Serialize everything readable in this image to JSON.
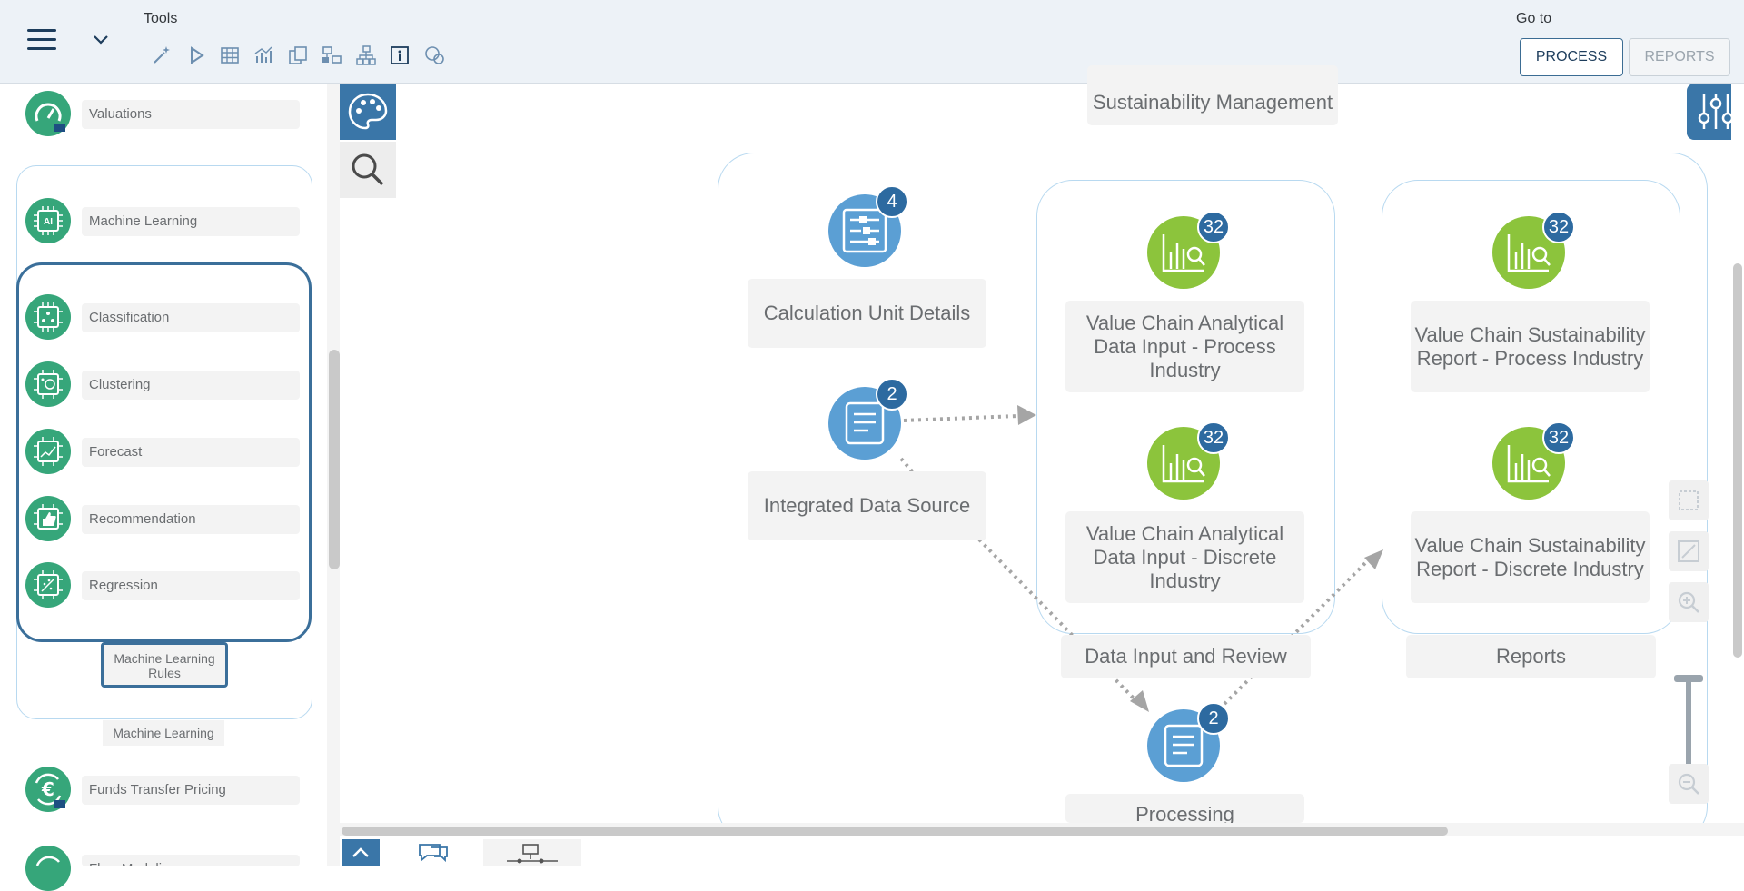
{
  "header": {
    "tools_label": "Tools",
    "goto_label": "Go to",
    "process_button": "PROCESS",
    "reports_button": "REPORTS",
    "tool_icons": [
      "magic-wand-icon",
      "play-icon",
      "table-icon",
      "chart-icon",
      "copy-icon",
      "hierarchy-icon",
      "tree-icon",
      "info-icon",
      "chat-icon"
    ]
  },
  "sidebar": {
    "items": {
      "valuations": "Valuations",
      "machine_learning": "Machine Learning",
      "classification": "Classification",
      "clustering": "Clustering",
      "forecast": "Forecast",
      "recommendation": "Recommendation",
      "regression": "Regression",
      "funds_transfer_pricing": "Funds Transfer Pricing",
      "flow_modeling": "Flow Modeling"
    },
    "ml_rules_label": "Machine Learning Rules",
    "ml_group_caption": "Machine Learning"
  },
  "canvas": {
    "top_node_label": "Sustainability Management",
    "calc_unit": {
      "label": "Calculation Unit Details",
      "badge": "4"
    },
    "integrated": {
      "label": "Integrated Data Source",
      "badge": "2"
    },
    "vc_input_process": {
      "label": "Value Chain Analytical Data Input - Process Industry",
      "badge": "32"
    },
    "vc_input_discrete": {
      "label": "Value Chain Analytical Data Input - Discrete Industry",
      "badge": "32"
    },
    "vc_report_process": {
      "label": "Value Chain Sustainability Report - Process Industry",
      "badge": "32"
    },
    "vc_report_discrete": {
      "label": "Value Chain Sustainability Report - Discrete Industry",
      "badge": "32"
    },
    "processing": {
      "label": "Processing",
      "badge": "2"
    },
    "group_input_label": "Data Input and Review",
    "group_reports_label": "Reports"
  },
  "colors": {
    "accent": "#3a76a8",
    "node_green": "#36a67a",
    "report_green": "#8cc43c",
    "node_blue": "#5b9fd4",
    "badge_blue": "#2d6aa0"
  }
}
